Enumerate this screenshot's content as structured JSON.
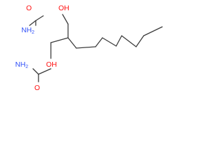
{
  "molecule": {
    "labels": {
      "oxygen_upper_carbonyl": "O",
      "hydroxyl_upper": "OH",
      "amine_upper": "NH",
      "amine_upper_sub": "2",
      "oxygen_lower_carbonyl": "O",
      "hydroxyl_lower": "OH",
      "amine_lower": "NH",
      "amine_lower_sub": "2"
    },
    "colors": {
      "bond": "#3a3a3a",
      "oxygen": "#ff0d0d",
      "nitrogen": "#3050f8"
    }
  }
}
